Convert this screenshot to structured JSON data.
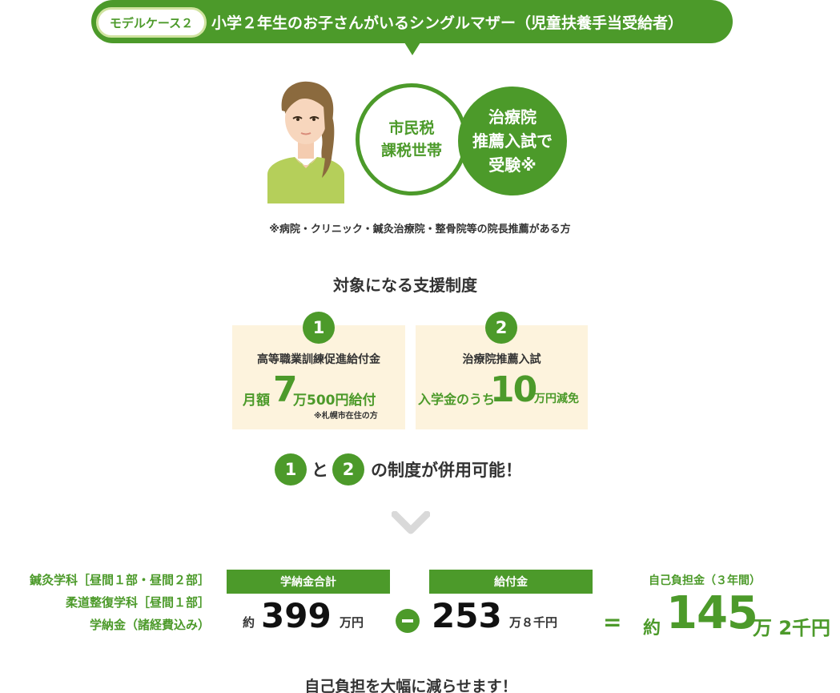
{
  "header": {
    "tag": "モデルケース２",
    "title": "小学２年生のお子さんがいるシングルマザー（児童扶養手当受給者）"
  },
  "circles": {
    "outline_line1": "市民税",
    "outline_line2": "課税世帯",
    "filled_line1": "治療院",
    "filled_line2": "推薦入試で",
    "filled_line3": "受験※"
  },
  "note": "※病院・クリニック・鍼灸治療院・整骨院等の院長推薦がある方",
  "section_title": "対象になる支援制度",
  "supports": [
    {
      "number": "1",
      "title": "高等職業訓練促進給付金",
      "amount_prefix": "月額",
      "amount_big": "7",
      "amount_suffix": "万500円給付",
      "amount_note": "※札幌市在住の方"
    },
    {
      "number": "2",
      "title": "治療院推薦入試",
      "amount_prefix": "入学金のうち",
      "amount_big": "10",
      "amount_suffix": "万円減免"
    }
  ],
  "combo": {
    "badge1": "1",
    "connector": "と",
    "badge2": "2",
    "text": "の制度が併用可能！"
  },
  "courses": {
    "line1": "鍼灸学科［昼間１部・昼間２部］",
    "line2": "柔道整復学科［昼間１部］",
    "line3": "学納金（諸経費込み）"
  },
  "calc": {
    "total_label": "学納金合計",
    "total_prefix": "約",
    "total_value": "399",
    "total_suffix": "万円",
    "grant_label": "給付金",
    "grant_value": "253",
    "grant_suffix": "万８千円",
    "equals": "=",
    "self_label": "自己負担金（３年間）",
    "self_prefix": "約",
    "self_value": "145",
    "self_suffix": "万 2千円"
  },
  "footer": "自己負担を大幅に減らせます！",
  "colors": {
    "primary_green": "#4c9a2a",
    "box_bg": "#fdf3dd",
    "tag_border": "#d0e3a0",
    "chevron": "#d9d9d9"
  }
}
